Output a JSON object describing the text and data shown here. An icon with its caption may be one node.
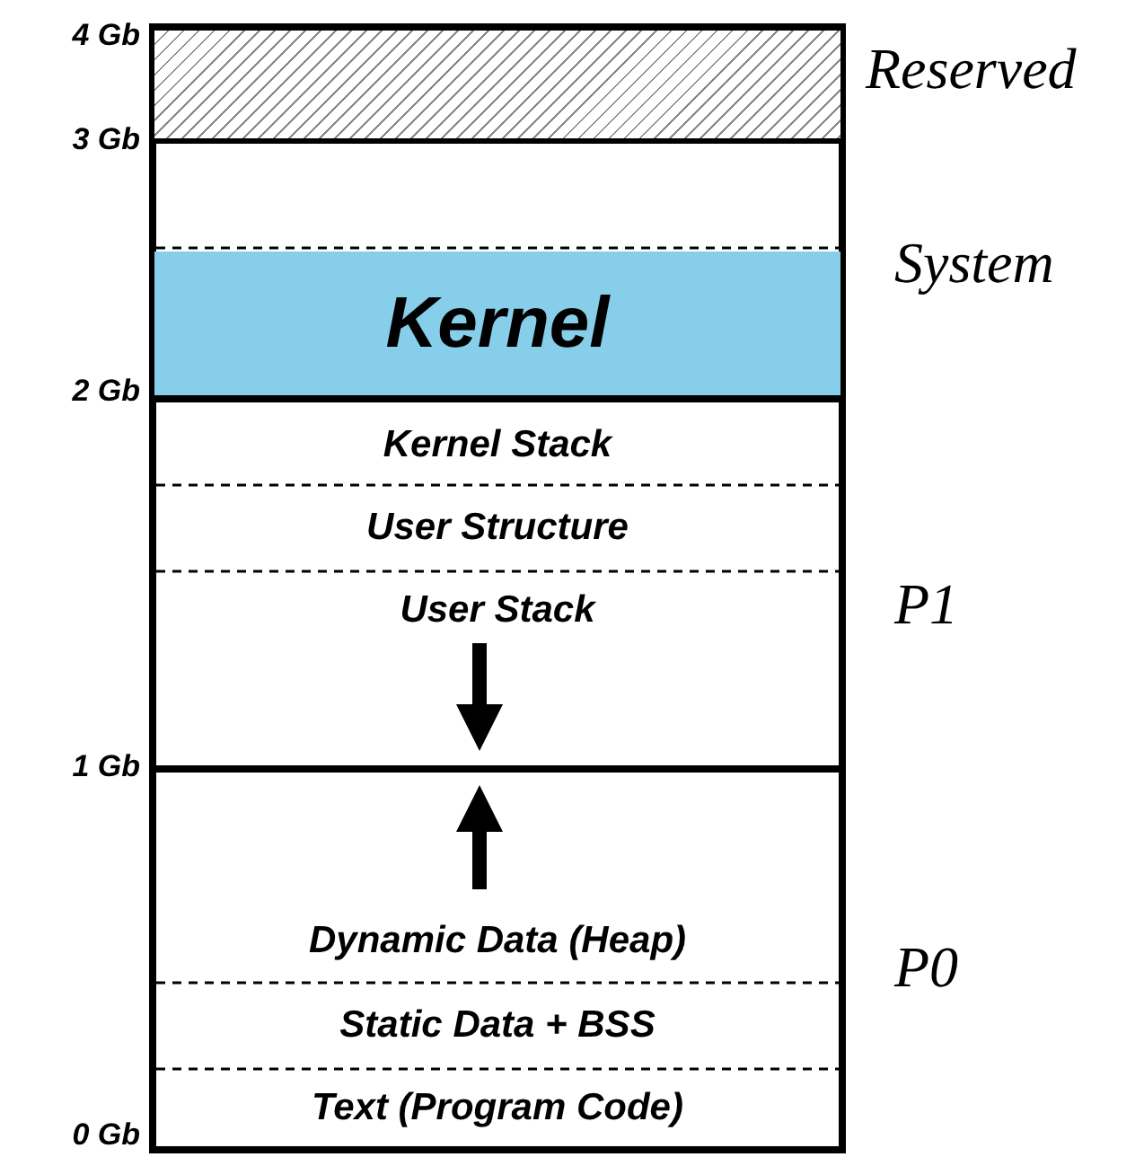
{
  "diagram": {
    "nodes": [
      {
        "text": [],
        "shape": "box"
      },
      {
        "text": [
          "Kernel"
        ]
      },
      {
        "text": [
          "Kernel Stack"
        ]
      },
      {
        "text": [
          "User Structure"
        ]
      },
      {
        "text": [
          "User Stack"
        ]
      },
      {
        "text": [
          "Dynamic Data (Heap)"
        ]
      },
      {
        "text": [
          "Static Data + BSS"
        ]
      },
      {
        "text": [
          "Text (Program Code)"
        ]
      }
    ],
    "labels": [
      "4 Gb",
      "Reserved",
      "3 Gb",
      "System",
      "2 Gb",
      "P1",
      "1 Gb",
      "P0",
      "0 Gb"
    ]
  }
}
